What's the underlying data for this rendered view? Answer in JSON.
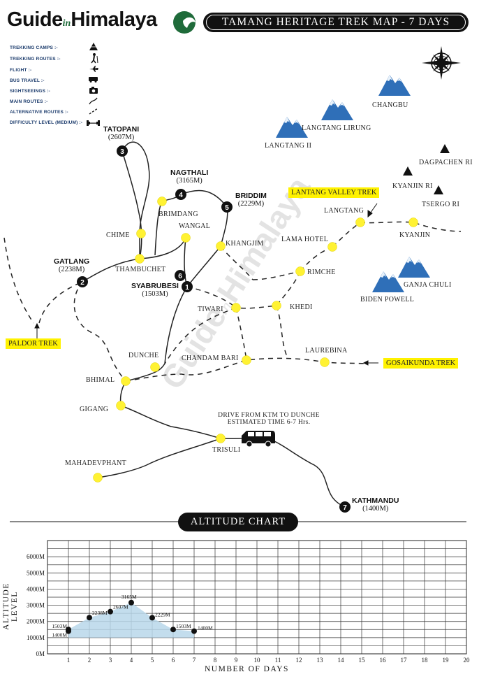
{
  "header": {
    "logo_left": "Guide",
    "logo_mid": "in",
    "logo_right": "Himalaya",
    "title": "TAMANG HERITAGE TREK MAP - 7 DAYS"
  },
  "legend": [
    {
      "label": "TREKKING CAMPS :-",
      "icon": "tent-icon"
    },
    {
      "label": "TREKKING ROUTES :-",
      "icon": "hiker-icon"
    },
    {
      "label": "FLIGHT :-",
      "icon": "airplane-icon"
    },
    {
      "label": "BUS TRAVEL :-",
      "icon": "car-icon"
    },
    {
      "label": "SIGHTSEEINGS :-",
      "icon": "camera-icon"
    },
    {
      "label": "MAIN ROUTES :-",
      "icon": "solid-route-icon"
    },
    {
      "label": "ALTERNATIVE ROUTES :-",
      "icon": "dashed-route-icon"
    },
    {
      "label": "DIFFICULTY LEVEL (MEDIUM) :-",
      "icon": "dumbbell-icon"
    }
  ],
  "mountains": {
    "changbu": "CHANGBU",
    "langtang_lirung": "LANGTANG LIRUNG",
    "langtang_ii": "LANGTANG II",
    "dagpachen": "DAGPACHEN RI",
    "kyanjin_ri": "KYANJIN RI",
    "tsergo_ri": "TSERGO RI",
    "ganja_chuli": "GANJA CHULI",
    "biden_powell": "BIDEN POWELL"
  },
  "camps": {
    "c1": {
      "num": "1",
      "name": "SYABRUBESI",
      "alt": "(1503M)"
    },
    "c2": {
      "num": "2",
      "name": "GATLANG",
      "alt": "(2238M)"
    },
    "c3": {
      "num": "3",
      "name": "TATOPANI",
      "alt": "(2607M)"
    },
    "c4": {
      "num": "4",
      "name": "NAGTHALI",
      "alt": "(3165M)"
    },
    "c5": {
      "num": "5",
      "name": "BRIDDIM",
      "alt": "(2229M)"
    },
    "c6": {
      "num": "6"
    },
    "c7": {
      "num": "7",
      "name": "KATHMANDU",
      "alt": "(1400M)"
    }
  },
  "places": {
    "chime": "CHIME",
    "brimdang": "BRIMDANG",
    "wangal": "WANGAL",
    "thambuchet": "THAMBUCHET",
    "khangjim": "KHANGJIM",
    "lama_hotel": "LAMA HOTEL",
    "langtang": "LANGTANG",
    "kyanjin": "KYANJIN",
    "rimche": "RIMCHE",
    "tiwari": "TIWARI",
    "khedi": "KHEDI",
    "laurebina": "LAUREBINA",
    "chandam_bari": "CHANDAM BARI",
    "dunche": "DUNCHE",
    "bhimal": "BHIMAL",
    "gigang": "GIGANG",
    "trisuli": "TRISULI",
    "mahadevphant": "MAHADEVPHANT"
  },
  "tags": {
    "paldor": "PALDOR TREK",
    "langtang_valley": "LANTANG VALLEY TREK",
    "gosaikunda": "GOSAIKUNDA TREK"
  },
  "drive_note": {
    "line1": "DRIVE FROM KTM TO DUNCHE",
    "line2": "ESTIMATED TIME 6-7 Hrs."
  },
  "watermark": {
    "left": "Guide",
    "mid": "in",
    "right": "Himalaya"
  },
  "colors": {
    "camp_yellow": "#fff233",
    "marker_black": "#111111",
    "tag_yellow": "#fff200",
    "mountain_blue": "#2f6fb8",
    "chart_fill": "#b9d7ea",
    "logo_green": "#1f6b3a"
  },
  "chart_data": {
    "type": "area",
    "title": "ALTITUDE CHART",
    "xlabel": "NUMBER OF DAYS",
    "ylabel": "ALTITUDE LEVEL",
    "x_ticks": [
      "1",
      "2",
      "3",
      "4",
      "5",
      "6",
      "7",
      "8",
      "9",
      "10",
      "11",
      "12",
      "13",
      "14",
      "15",
      "16",
      "17",
      "18",
      "19",
      "20"
    ],
    "y_ticks": [
      "0M",
      "1000M",
      "2000M",
      "3000M",
      "4000M",
      "5000M",
      "6000M"
    ],
    "xlim": [
      0,
      20
    ],
    "ylim": [
      0,
      7000
    ],
    "grid": true,
    "points": [
      {
        "x": 1,
        "y": 1400,
        "label": "1400M"
      },
      {
        "x": 1,
        "y": 1503,
        "label": "1503M"
      },
      {
        "x": 2,
        "y": 2238,
        "label": "2238M"
      },
      {
        "x": 3,
        "y": 2607,
        "label": "2607M"
      },
      {
        "x": 4,
        "y": 3165,
        "label": "3165M"
      },
      {
        "x": 5,
        "y": 2229,
        "label": "2229M"
      },
      {
        "x": 6,
        "y": 1503,
        "label": "1503M"
      },
      {
        "x": 7,
        "y": 1400,
        "label": "1400M"
      }
    ]
  }
}
